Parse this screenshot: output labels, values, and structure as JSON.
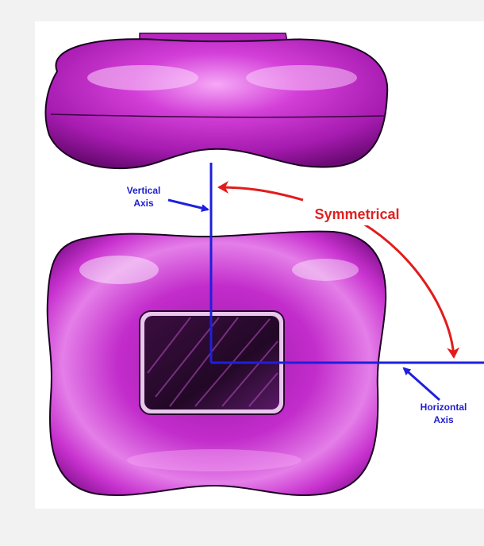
{
  "labels": {
    "vertical_line1": "Vertical",
    "vertical_line2": "Axis",
    "horizontal_line1": "Horizontal",
    "horizontal_line2": "Axis",
    "symmetrical": "Symmetrical"
  },
  "colors": {
    "background": "#f2f2f2",
    "panel": "#ffffff",
    "magenta_body": "#c023c8",
    "magenta_highlight": "#f08cf2",
    "magenta_shadow": "#7c0f86",
    "screen": "#2a0a2e",
    "axis_blue": "#1f1fdd",
    "annotation_red": "#e21c1c"
  }
}
